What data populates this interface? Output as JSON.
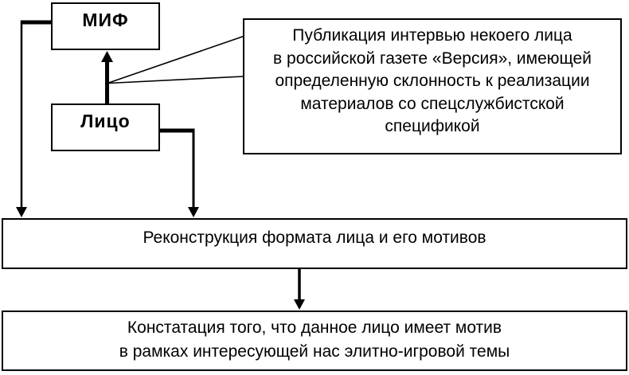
{
  "diagram": {
    "colors": {
      "ink": "#000000",
      "paper": "#ffffff"
    },
    "nodes": {
      "mif": {
        "label": "МИФ"
      },
      "lico": {
        "label": "Лицо"
      },
      "publication": {
        "lines": [
          "Публикация интервью некоего лица",
          "в российской газете «Версия», имеющей",
          "определенную склонность к реализации",
          "материалов со спецслужбистской",
          "спецификой"
        ]
      },
      "reconstruction": {
        "label": "Реконструкция формата лица и его мотивов"
      },
      "statement": {
        "lines": [
          "Констатация того, что данное лицо имеет мотив",
          "в рамках интересующей нас элитно-игровой темы"
        ]
      }
    }
  }
}
